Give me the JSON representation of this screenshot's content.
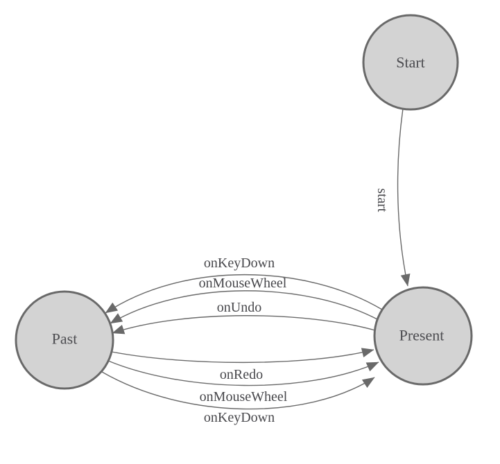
{
  "diagram": {
    "type": "state-machine",
    "background_color": "#ffffff",
    "node_fill_color": "#d3d3d3",
    "node_stroke_color": "#696969",
    "edge_color": "#696969",
    "text_color": "#47474b",
    "nodes": [
      {
        "id": "start",
        "label": "Start"
      },
      {
        "id": "present",
        "label": "Present"
      },
      {
        "id": "past",
        "label": "Past"
      }
    ],
    "edges": [
      {
        "id": "start-to-present",
        "from": "Start",
        "to": "Present",
        "label": "start"
      },
      {
        "id": "present-to-past-keydown",
        "from": "Present",
        "to": "Past",
        "label": "onKeyDown"
      },
      {
        "id": "present-to-past-mousewheel",
        "from": "Present",
        "to": "Past",
        "label": "onMouseWheel"
      },
      {
        "id": "present-to-past-undo",
        "from": "Present",
        "to": "Past",
        "label": "onUndo"
      },
      {
        "id": "past-to-present-redo",
        "from": "Past",
        "to": "Present",
        "label": "onRedo"
      },
      {
        "id": "past-to-present-mousewheel",
        "from": "Past",
        "to": "Present",
        "label": "onMouseWheel"
      },
      {
        "id": "past-to-present-keydown",
        "from": "Past",
        "to": "Present",
        "label": "onKeyDown"
      }
    ]
  }
}
